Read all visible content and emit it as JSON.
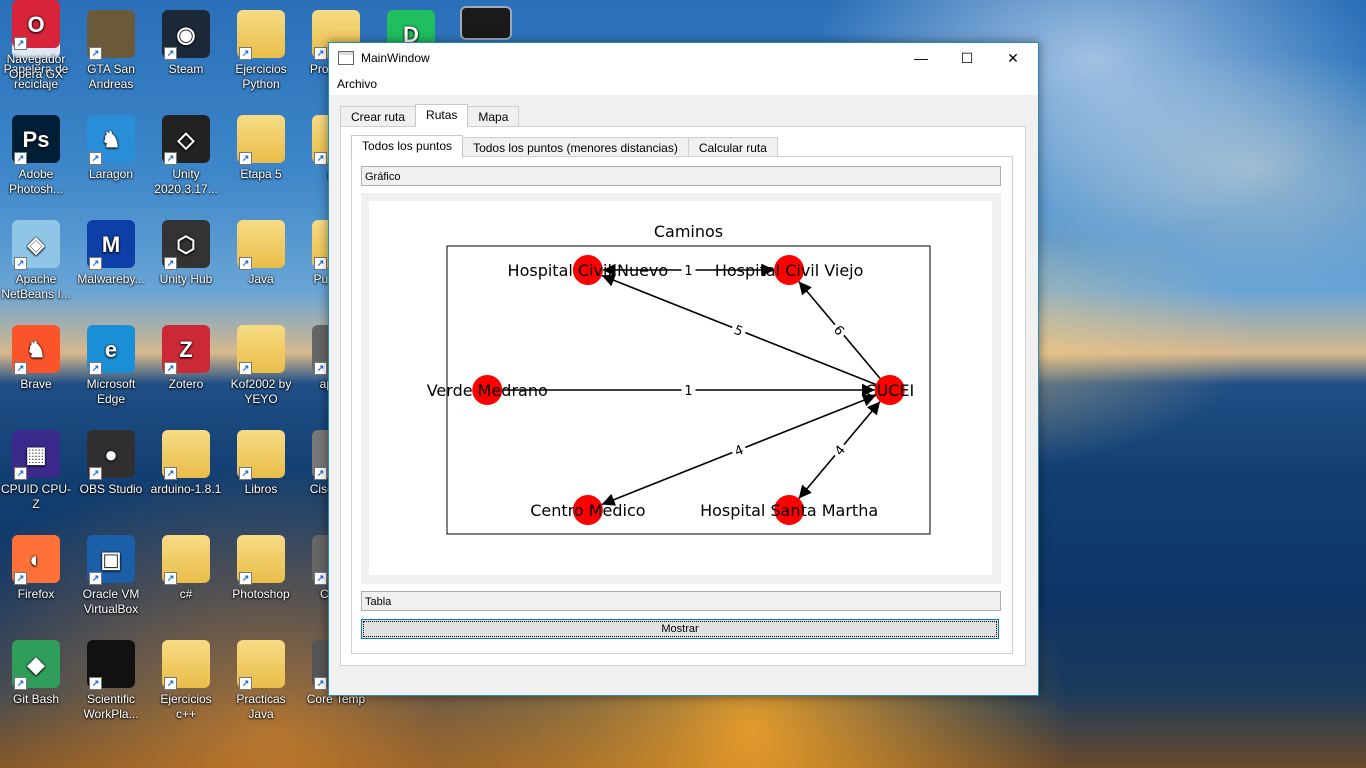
{
  "desktop": {
    "icons": [
      {
        "label": "Papelera de reciclaje",
        "icon": "recycle-bin-icon"
      },
      {
        "label": "GTA San Andreas",
        "icon": "gta-icon"
      },
      {
        "label": "Steam",
        "icon": "steam-icon"
      },
      {
        "label": "Ejercicios Python",
        "icon": "folder-icon"
      },
      {
        "label": "Proy... y...",
        "icon": "folder-icon"
      },
      {
        "label": "Adobe Photosh...",
        "icon": "photoshop-icon"
      },
      {
        "label": "Laragon",
        "icon": "laragon-icon"
      },
      {
        "label": "Unity 2020.3.17...",
        "icon": "unity-icon"
      },
      {
        "label": "Etapa 5",
        "icon": "folder-icon"
      },
      {
        "label": "p...",
        "icon": "folder-icon"
      },
      {
        "label": "Apache NetBeans I...",
        "icon": "netbeans-icon"
      },
      {
        "label": "Malwareby...",
        "icon": "malwarebytes-icon"
      },
      {
        "label": "Unity Hub",
        "icon": "unity-hub-icon"
      },
      {
        "label": "Java",
        "icon": "folder-icon"
      },
      {
        "label": "Pu... V...",
        "icon": "folder-icon"
      },
      {
        "label": "Brave",
        "icon": "brave-icon"
      },
      {
        "label": "Microsoft Edge",
        "icon": "edge-icon"
      },
      {
        "label": "Zotero",
        "icon": "zotero-icon"
      },
      {
        "label": "Kof2002 by YEYO",
        "icon": "folder-icon"
      },
      {
        "label": "apei...",
        "icon": "app-icon"
      },
      {
        "label": "CPUID CPU-Z",
        "icon": "cpuz-icon"
      },
      {
        "label": "OBS Studio",
        "icon": "obs-icon"
      },
      {
        "label": "arduino-1.8.1",
        "icon": "folder-icon"
      },
      {
        "label": "Libros",
        "icon": "folder-icon"
      },
      {
        "label": "Cisc... T...",
        "icon": "cisco-icon"
      },
      {
        "label": "Firefox",
        "icon": "firefox-icon"
      },
      {
        "label": "Oracle VM VirtualBox",
        "icon": "virtualbox-icon"
      },
      {
        "label": "c#",
        "icon": "folder-icon"
      },
      {
        "label": "Photoshop",
        "icon": "folder-icon"
      },
      {
        "label": "Cod...",
        "icon": "app-icon"
      },
      {
        "label": "Git Bash",
        "icon": "git-icon"
      },
      {
        "label": "Scientific WorkPla...",
        "icon": "scientific-icon"
      },
      {
        "label": "Ejercicios c++",
        "icon": "folder-icon"
      },
      {
        "label": "Practicas Java",
        "icon": "folder-icon"
      },
      {
        "label": "Core Temp",
        "icon": "coretemp-icon"
      },
      {
        "label": "Navegador Opera GX",
        "icon": "opera-icon"
      }
    ],
    "top_icons": [
      {
        "label": "D",
        "icon": "d-app-icon"
      },
      {
        "label": "",
        "icon": "terminal-icon"
      }
    ]
  },
  "window": {
    "title": "MainWindow",
    "minimize": "—",
    "maximize": "☐",
    "close": "✕",
    "menu": [
      "Archivo"
    ],
    "outer_tabs": [
      "Crear ruta",
      "Rutas",
      "Mapa"
    ],
    "outer_active": 1,
    "inner_tabs": [
      "Todos los puntos",
      "Todos los puntos (menores distancias)",
      "Calcular ruta"
    ],
    "inner_active": 0,
    "grafico_label": "Gráfico",
    "tabla_label": "Tabla",
    "mostrar_button": "Mostrar"
  },
  "chart_data": {
    "type": "graph",
    "title": "Caminos",
    "nodes": [
      {
        "id": "Hospital Civil Nuevo",
        "x": -0.5,
        "y": 1
      },
      {
        "id": "Hospital Civil Viejo",
        "x": 0.5,
        "y": 1
      },
      {
        "id": "Verde Medrano",
        "x": -1,
        "y": 0
      },
      {
        "id": "CUCEI",
        "x": 1,
        "y": 0
      },
      {
        "id": "Centro Medico",
        "x": -0.5,
        "y": -1
      },
      {
        "id": "Hospital Santa Martha",
        "x": 0.5,
        "y": -1
      }
    ],
    "edges": [
      {
        "from": "Hospital Civil Nuevo",
        "to": "Hospital Civil Viejo",
        "weight": "1",
        "arrow": "both"
      },
      {
        "from": "CUCEI",
        "to": "Hospital Civil Nuevo",
        "weight": "5",
        "arrow": "to"
      },
      {
        "from": "CUCEI",
        "to": "Hospital Civil Viejo",
        "weight": "6",
        "arrow": "to"
      },
      {
        "from": "Verde Medrano",
        "to": "CUCEI",
        "weight": "1",
        "arrow": "to"
      },
      {
        "from": "CUCEI",
        "to": "Centro Medico",
        "weight": "4",
        "arrow": "both"
      },
      {
        "from": "CUCEI",
        "to": "Hospital Santa Martha",
        "weight": "4",
        "arrow": "both"
      }
    ],
    "node_color": "#ff0000",
    "edge_color": "#000000"
  }
}
